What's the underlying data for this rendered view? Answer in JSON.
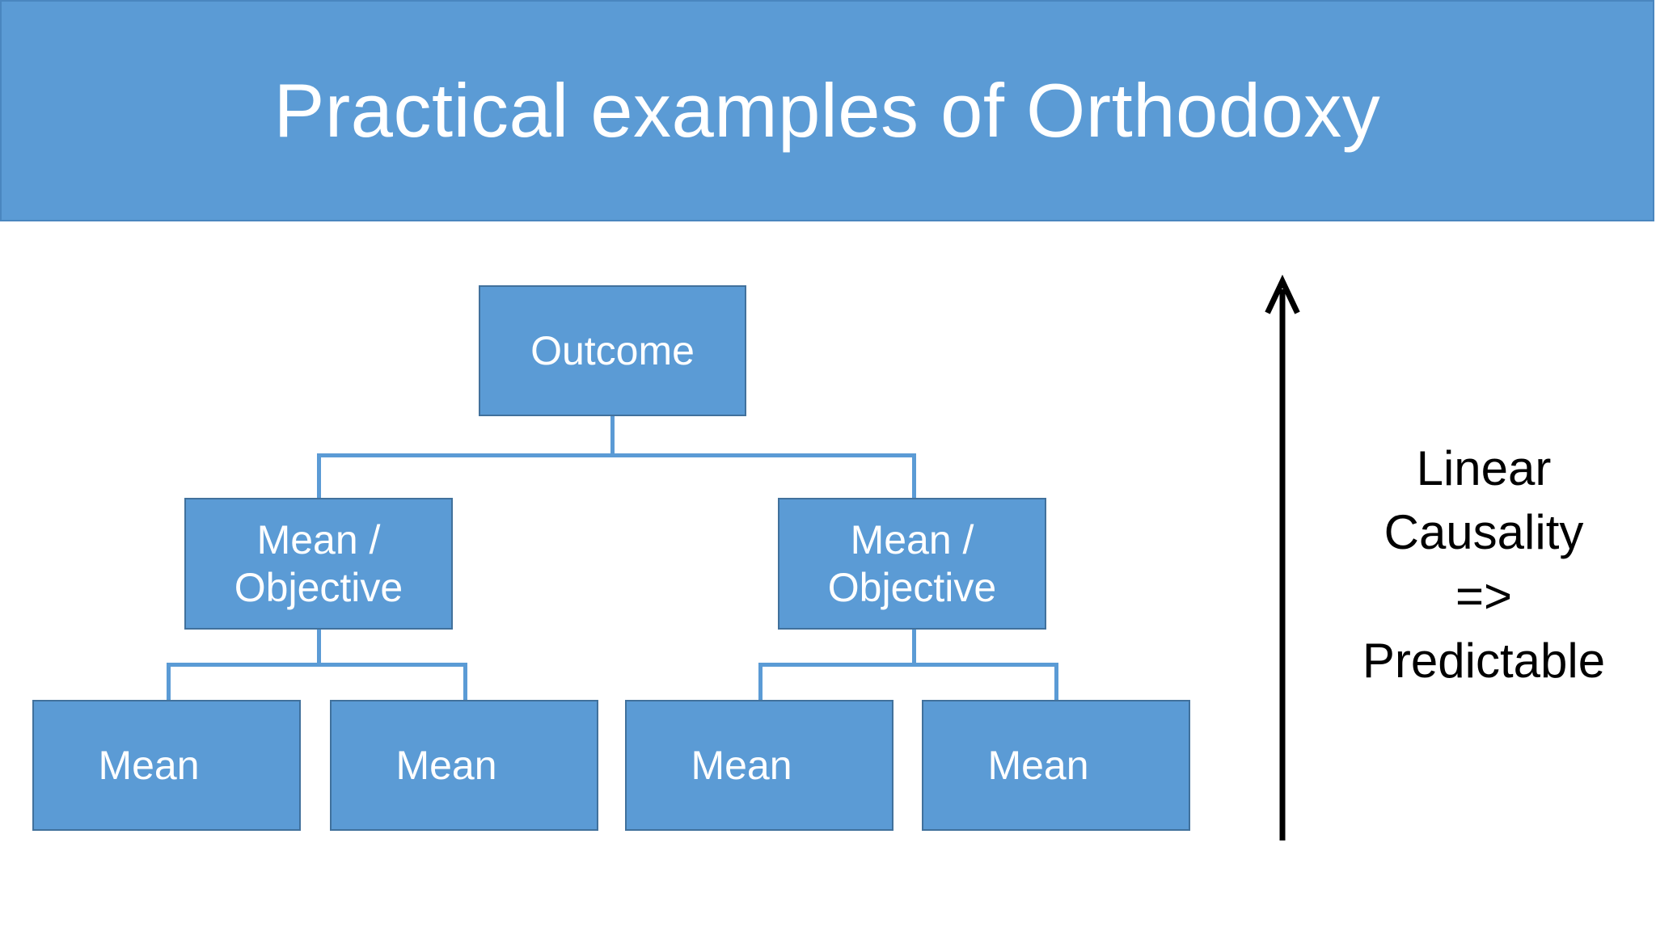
{
  "slide": {
    "title": "Practical examples of Orthodoxy",
    "background_color": "#FFFFFF",
    "banner_color": "#5B9BD5",
    "banner_border_color": "#4A86BF",
    "banner_text_color": "#FFFFFF"
  },
  "diagram": {
    "type": "hierarchy-tree",
    "node_fill_color": "#5B9BD5",
    "node_border_color": "#41719C",
    "node_text_color": "#FFFFFF",
    "connector_color": "#5B9BD5",
    "root": {
      "label": "Outcome"
    },
    "level2": [
      {
        "line1": "Mean /",
        "line2": "Objective"
      },
      {
        "line1": "Mean /",
        "line2": "Objective"
      }
    ],
    "level3": [
      {
        "label": "Mean"
      },
      {
        "label": "Mean"
      },
      {
        "label": "Mean"
      },
      {
        "label": "Mean"
      }
    ]
  },
  "annotation": {
    "arrow_direction": "up",
    "arrow_color": "#000000",
    "text_color": "#000000",
    "lines": [
      "Linear",
      "Causality",
      "=>",
      "Predictable"
    ]
  }
}
